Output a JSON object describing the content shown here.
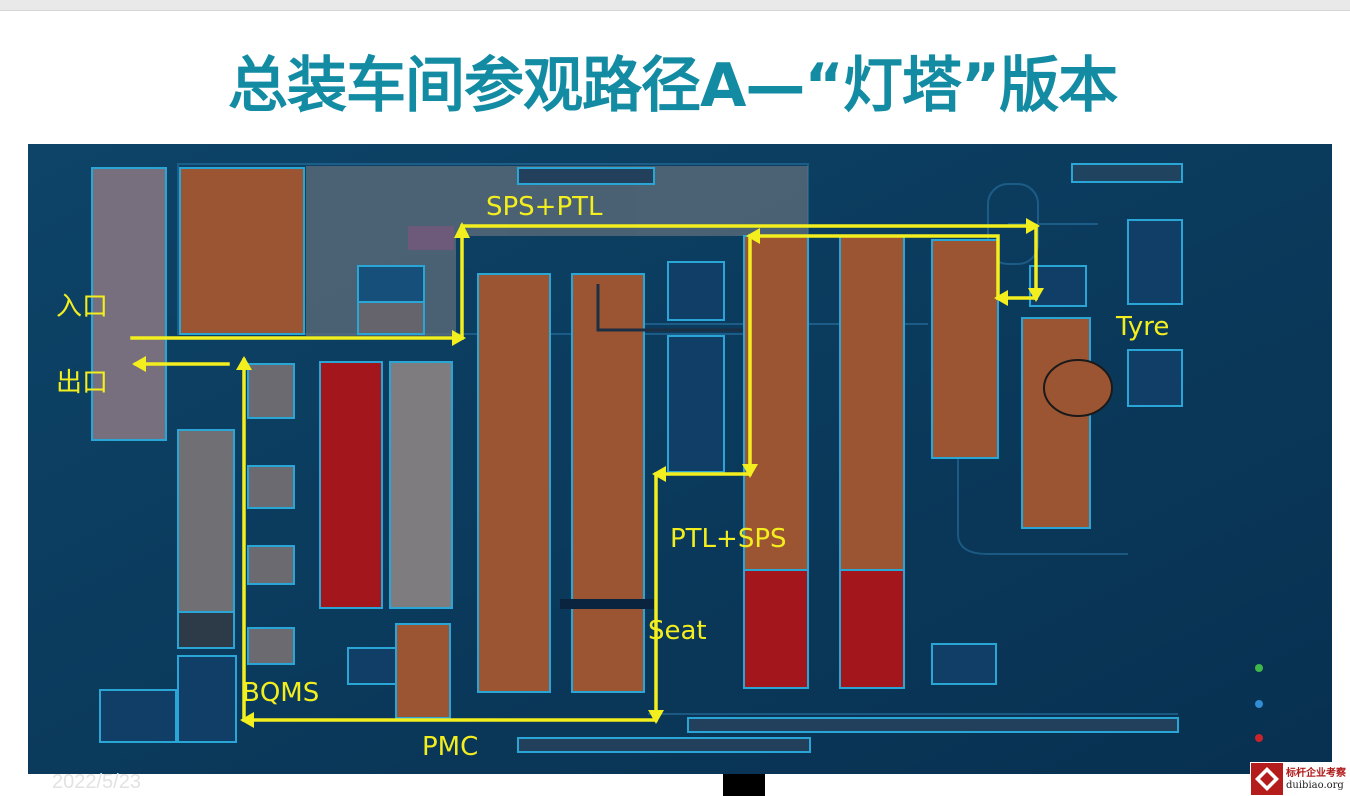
{
  "title": "总装车间参观路径A—“灯塔”版本",
  "route_labels": {
    "entrance": "入口",
    "exit": "出口",
    "sps_ptl": "SPS+PTL",
    "ptl_sps": "PTL+SPS",
    "seat": "Seat",
    "tyre": "Tyre",
    "bqms": "BQMS",
    "pmc": "PMC"
  },
  "date": "2022/5/23",
  "watermark": {
    "name_cn": "标杆企业考察",
    "url": "duibiao.org"
  },
  "colors": {
    "title": "#138ca3",
    "route": "#f3ee1e",
    "plan_background": "#0b3a5c",
    "zone_orange": "#9c5532",
    "zone_red": "#a3161b",
    "zone_grey": "#7e7c7f"
  }
}
